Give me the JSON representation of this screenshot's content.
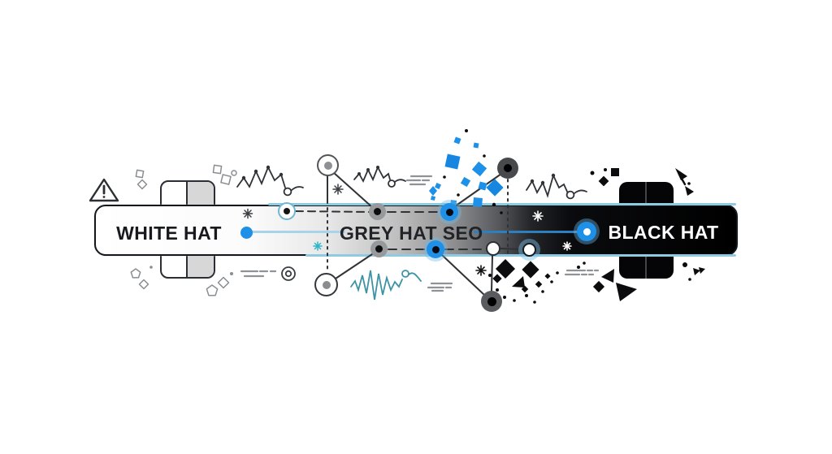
{
  "scene": {
    "description": "SEO spectrum illustration from white hat to black hat",
    "labels": {
      "white_hat": "WHITE HAT",
      "grey_hat": "GREY HAT SEO",
      "black_hat": "BLACK HAT"
    },
    "colors": {
      "accent_blue": "#1e90e8",
      "light_blue_edge": "#8fcbe0",
      "teal_waveform": "#3d93a4",
      "bar_left": "#ffffff",
      "bar_right": "#000000",
      "grey_node": "#97999c"
    }
  }
}
